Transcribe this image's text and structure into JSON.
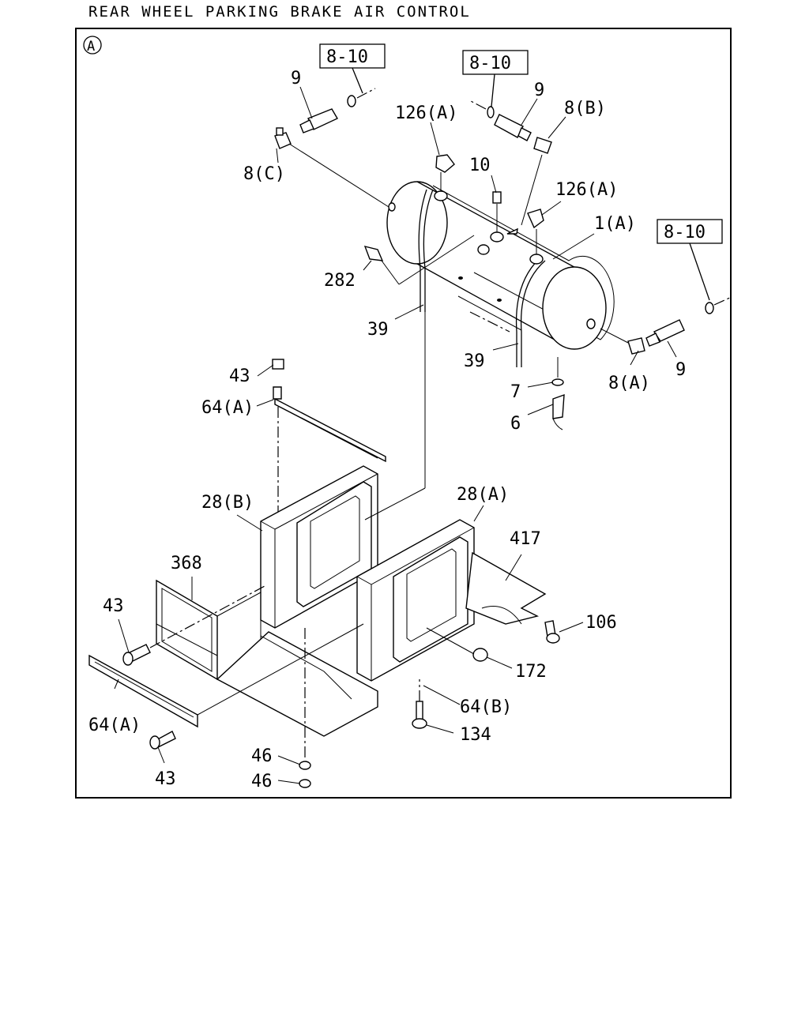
{
  "title": "REAR WHEEL PARKING BRAKE AIR CONTROL",
  "view_marker": "A",
  "callouts": {
    "c1": "8-10",
    "c2": "8-10",
    "c3": "8-10",
    "p9a": "9",
    "p9b": "9",
    "p9c": "9",
    "p8c": "8(C)",
    "p8b": "8(B)",
    "p8a": "8(A)",
    "p126a": "126(A)",
    "p126b": "126(A)",
    "p10": "10",
    "p1a": "1(A)",
    "p282": "282",
    "p39a": "39",
    "p39b": "39",
    "p7": "7",
    "p6": "6",
    "p43a": "43",
    "p43b": "43",
    "p43c": "43",
    "p64a1": "64(A)",
    "p64a2": "64(A)",
    "p64b": "64(B)",
    "p28b": "28(B)",
    "p28a": "28(A)",
    "p368": "368",
    "p417": "417",
    "p106": "106",
    "p172": "172",
    "p134": "134",
    "p46a": "46",
    "p46b": "46"
  }
}
